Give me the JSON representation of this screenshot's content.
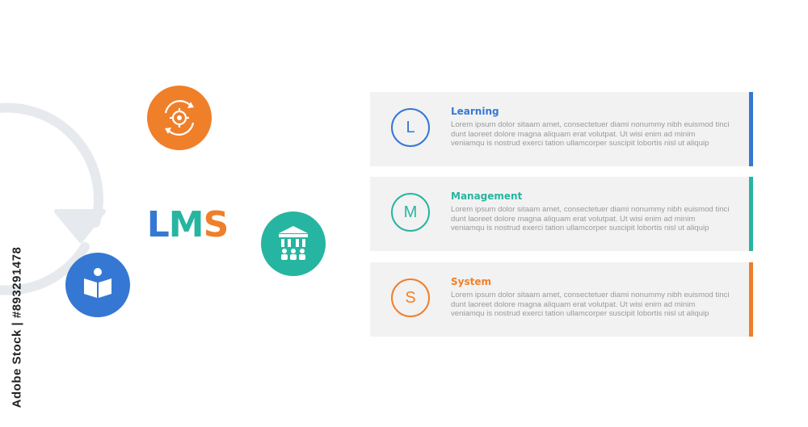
{
  "stock_id": "Adobe Stock | #893291478",
  "center": {
    "letters": [
      {
        "char": "L",
        "color": "#3578d4"
      },
      {
        "char": "M",
        "color": "#26b5a0"
      },
      {
        "char": "S",
        "color": "#f07f2a"
      }
    ]
  },
  "ring": {
    "arrow_color": "#e6eaee"
  },
  "nodes": [
    {
      "name": "gear-cycle-node",
      "icon": "gear-cycle-icon",
      "color": "#f07f2a"
    },
    {
      "name": "institution-node",
      "icon": "institution-icon",
      "color": "#26b5a0"
    },
    {
      "name": "reader-node",
      "icon": "reader-icon",
      "color": "#3578d4"
    }
  ],
  "panels": [
    {
      "letter": "L",
      "title": "Learning",
      "color": "#3578d4",
      "text": "Lorem ipsum dolor sitaam amet, consectetuer diami nonummy  nibh euismod tinci dunt laoreet dolore magna aliquam erat volutpat. Ut wisi enim ad minim veniamqu is nostrud exerci tation ullamcorper suscipit lobortis nisl ut aliquip"
    },
    {
      "letter": "M",
      "title": "Management",
      "color": "#26b5a0",
      "text": "Lorem ipsum dolor sitaam amet, consectetuer diami nonummy  nibh euismod tinci dunt laoreet dolore magna aliquam erat volutpat. Ut wisi enim ad minim veniamqu is nostrud exerci tation ullamcorper suscipit lobortis nisl ut aliquip"
    },
    {
      "letter": "S",
      "title": "System",
      "color": "#f07f2a",
      "text": "Lorem ipsum dolor sitaam amet, consectetuer diami nonummy  nibh euismod tinci dunt laoreet dolore magna aliquam erat volutpat. Ut wisi enim ad minim veniamqu is nostrud exerci tation ullamcorper suscipit lobortis nisl ut aliquip"
    }
  ]
}
